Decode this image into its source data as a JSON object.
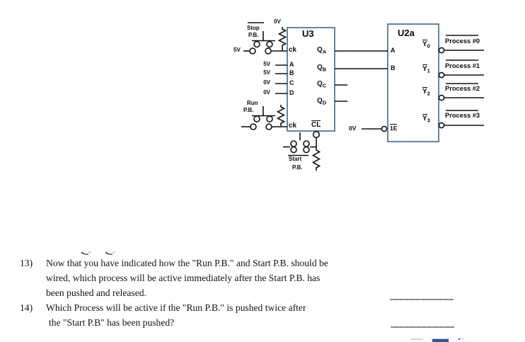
{
  "circuit": {
    "u3": {
      "title": "U3",
      "ck_top": "ck",
      "ck_bottom": "ck",
      "clear_pin": "CL",
      "inputs": [
        {
          "voltage": "5V",
          "pin": "A"
        },
        {
          "voltage": "5V",
          "pin": "B"
        },
        {
          "voltage": "0V",
          "pin": "C"
        },
        {
          "voltage": "0V",
          "pin": "D"
        }
      ],
      "outputs": [
        {
          "main": "Q",
          "sub": "A"
        },
        {
          "main": "Q",
          "sub": "B"
        },
        {
          "main": "Q",
          "sub": "C"
        },
        {
          "main": "Q",
          "sub": "D"
        }
      ]
    },
    "u2a": {
      "title": "U2a",
      "pin_a": "A",
      "pin_b": "B",
      "enable_pin": "1E",
      "enable_voltage": "0V",
      "outputs": [
        {
          "main": "Y",
          "sub": "0",
          "process": "Process #0"
        },
        {
          "main": "Y",
          "sub": "1",
          "process": "Process #1"
        },
        {
          "main": "Y",
          "sub": "2",
          "process": "Process #2"
        },
        {
          "main": "Y",
          "sub": "3",
          "process": "Process #3"
        }
      ]
    },
    "stop_button": {
      "line1": "Stop",
      "line2": "P.B."
    },
    "run_button": {
      "line1": "Run",
      "line2": "P.B."
    },
    "start_button": {
      "line1": "Start",
      "line2": "P.B."
    },
    "pullup_top_label": "0V",
    "stop_feed_label": "5V"
  },
  "questions": [
    {
      "number": "13)",
      "lines": [
        "Now that you have indicated how the \"Run P.B.\" and Start P.B. should be",
        "wired, which process will be active immediately after the Start P.B. has",
        "been pushed and released."
      ]
    },
    {
      "number": "14)",
      "lines": [
        "Which Process will be active if the \"Run P.B.\" is pushed twice after",
        "the \"Start P.B\" has been pushed?"
      ]
    }
  ]
}
